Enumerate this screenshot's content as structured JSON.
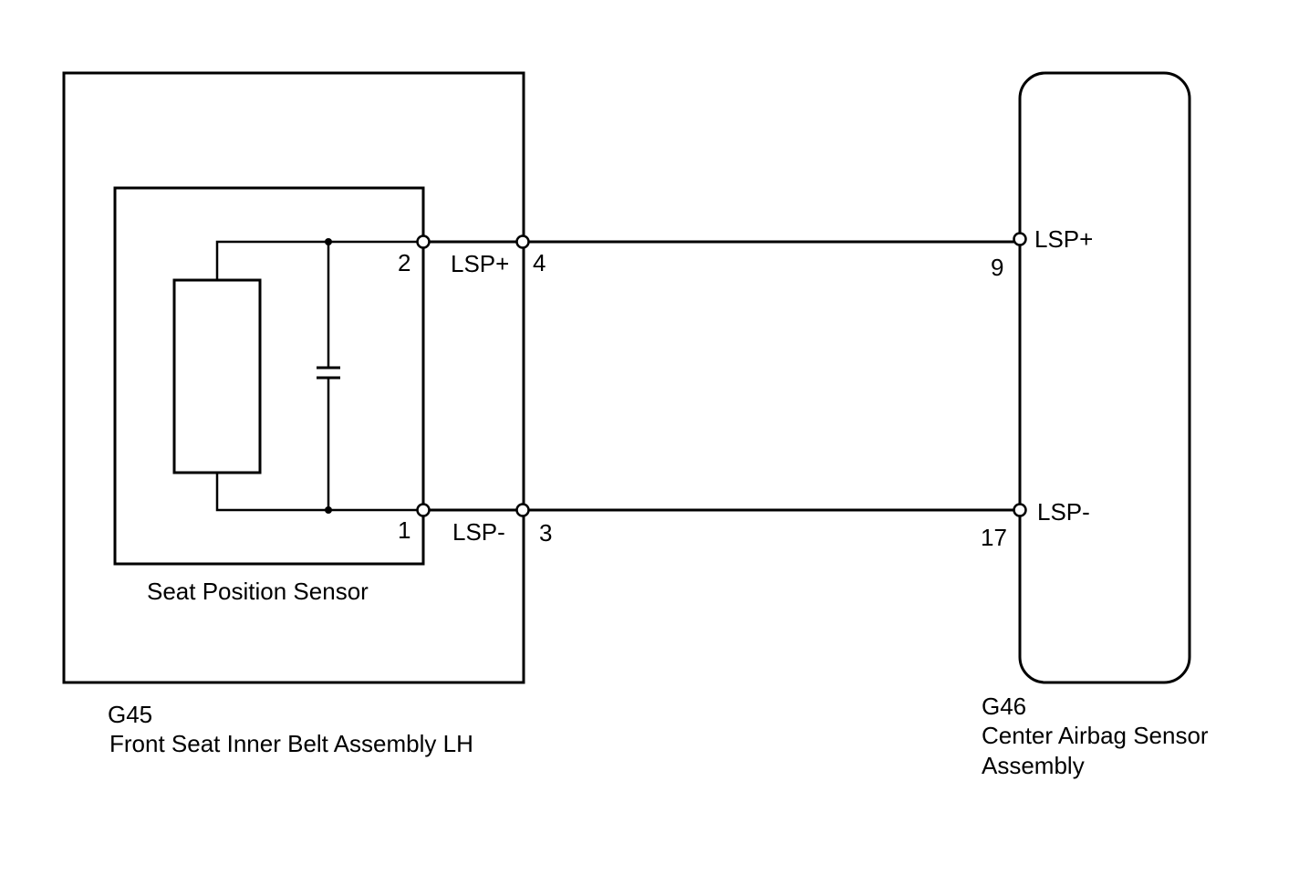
{
  "colors": {
    "line": "#000000",
    "background": "#ffffff"
  },
  "components": {
    "g45": {
      "code": "G45",
      "name": "Front Seat Inner Belt Assembly LH"
    },
    "sensor": {
      "name": "Seat Position Sensor"
    },
    "g46": {
      "code": "G46",
      "name_line1": "Center Airbag Sensor",
      "name_line2": "Assembly"
    }
  },
  "pins": {
    "sensor_plus": "2",
    "sensor_minus": "1",
    "g45_plus": "4",
    "g45_minus": "3",
    "g46_plus": "9",
    "g46_minus": "17"
  },
  "signals": {
    "g45_plus": "LSP+",
    "g45_minus": "LSP-",
    "g46_plus": "LSP+",
    "g46_minus": "LSP-"
  }
}
